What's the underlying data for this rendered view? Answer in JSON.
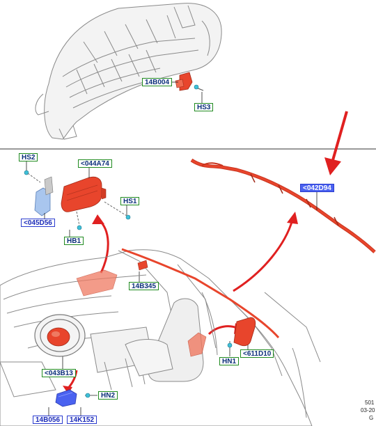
{
  "labels": {
    "l14B004": "14B004",
    "hs3": "HS3",
    "hs2": "HS2",
    "l044A74": "<044A74",
    "hs1": "HS1",
    "l045D56": "<045D56",
    "hb1": "HB1",
    "l042D94": "<042D94",
    "l14B345": "14B345",
    "hn1": "HN1",
    "l611D10": "<611D10",
    "l043B13": "<043B13",
    "hn2": "HN2",
    "l14B056": "14B056",
    "l14K152": "14K152"
  },
  "footer": {
    "ref1": "501",
    "ref2": "03-20",
    "ref3": "G"
  },
  "colors": {
    "airbag_red": "#e8452c",
    "arrow_red": "#e02020",
    "line_gray": "#8a8a8a",
    "label_green": "#1f8a1f",
    "label_blue": "#2a3bcf"
  },
  "icons": [
    "bolt-icon",
    "nut-icon",
    "clip-icon",
    "sensor-icon"
  ]
}
